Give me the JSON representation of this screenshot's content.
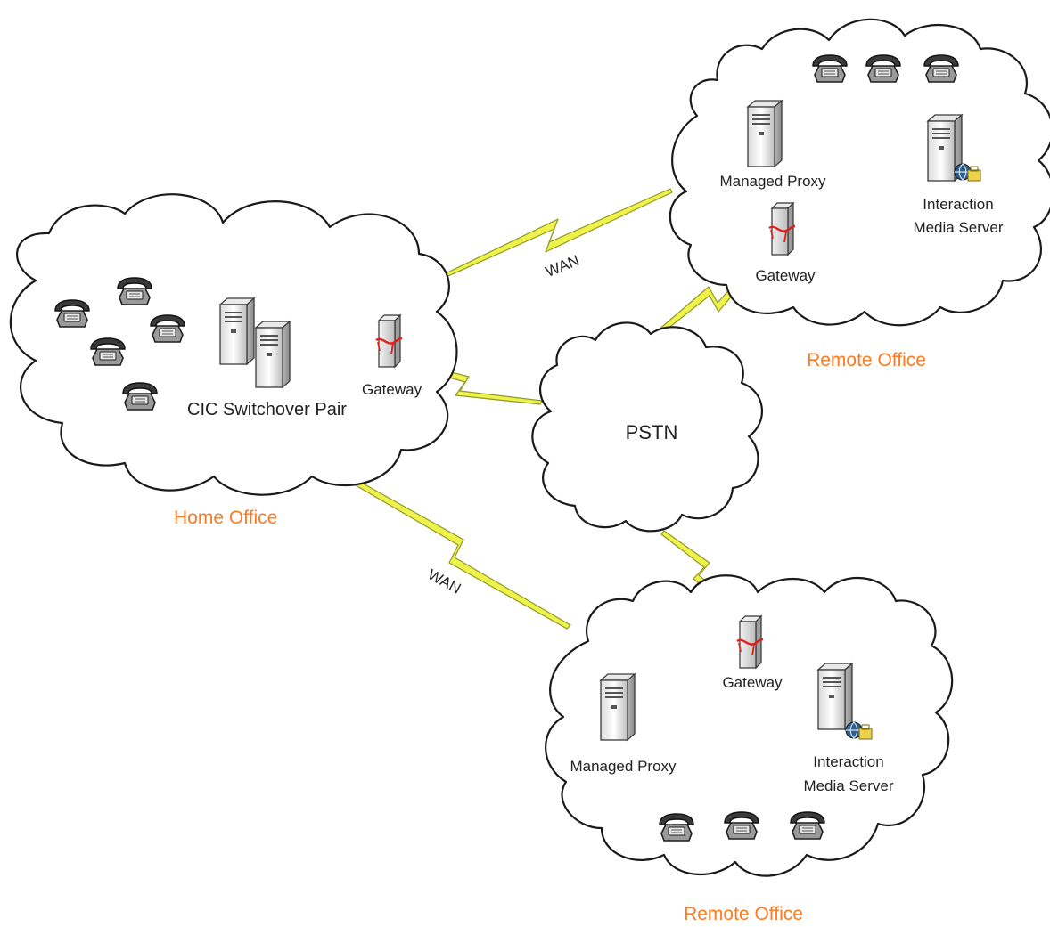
{
  "colors": {
    "site_label": "#ff7a1f",
    "wan_link": "#eef24a",
    "wan_link_edge": "#8f9a24",
    "cloud_stroke": "#1a1a1a",
    "gateway_band": "#e0201a"
  },
  "home_office": {
    "site_label": "Home Office",
    "server_label": "CIC Switchover Pair",
    "gateway_label": "Gateway",
    "phone_icon": "phone-icon",
    "server_icon": "server-icon"
  },
  "pstn": {
    "label": "PSTN"
  },
  "remote_office_top": {
    "site_label": "Remote Office",
    "proxy_label": "Managed Proxy",
    "media_label_line1": "Interaction",
    "media_label_line2": "Media Server",
    "gateway_label": "Gateway"
  },
  "remote_office_bottom": {
    "site_label": "Remote Office",
    "proxy_label": "Managed Proxy",
    "media_label_line1": "Interaction",
    "media_label_line2": "Media Server",
    "gateway_label": "Gateway"
  },
  "links": {
    "wan_top": "WAN",
    "wan_bottom": "WAN"
  }
}
